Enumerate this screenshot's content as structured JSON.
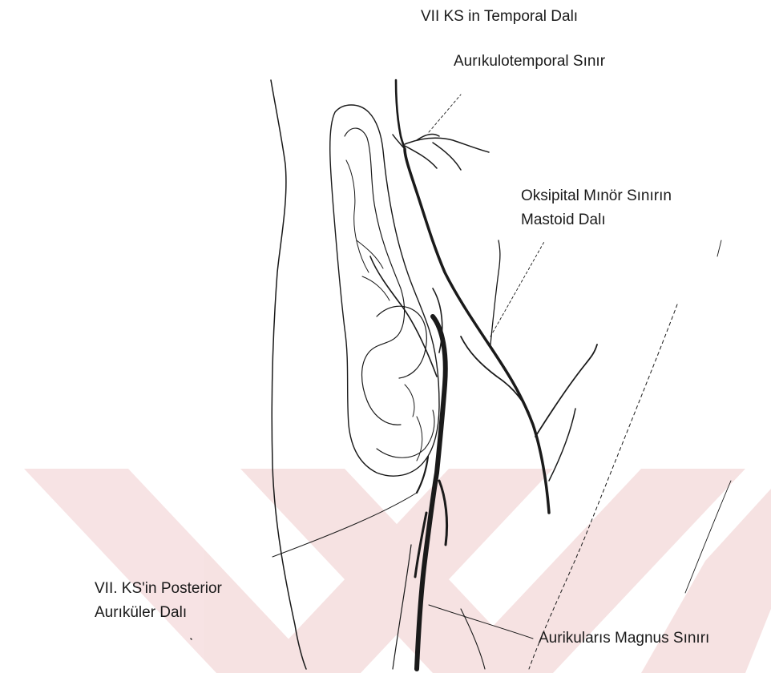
{
  "labels": {
    "temporal_branch": "VII  KS in Temporal Dalı",
    "auriculotemporal": "Aurıkulotemporal Sınır",
    "occipital_line1": "Oksipital Mınör Sınırın",
    "occipital_line2": "Mastoid Dalı",
    "posterior_line1": "VII. KS'in Posterior",
    "posterior_line2": "Aurıküler Dalı",
    "magnus": "Aurikularıs Magnus Sınırı"
  },
  "colors": {
    "ink": "#1a1a1a",
    "watermark": "#c0282c"
  }
}
